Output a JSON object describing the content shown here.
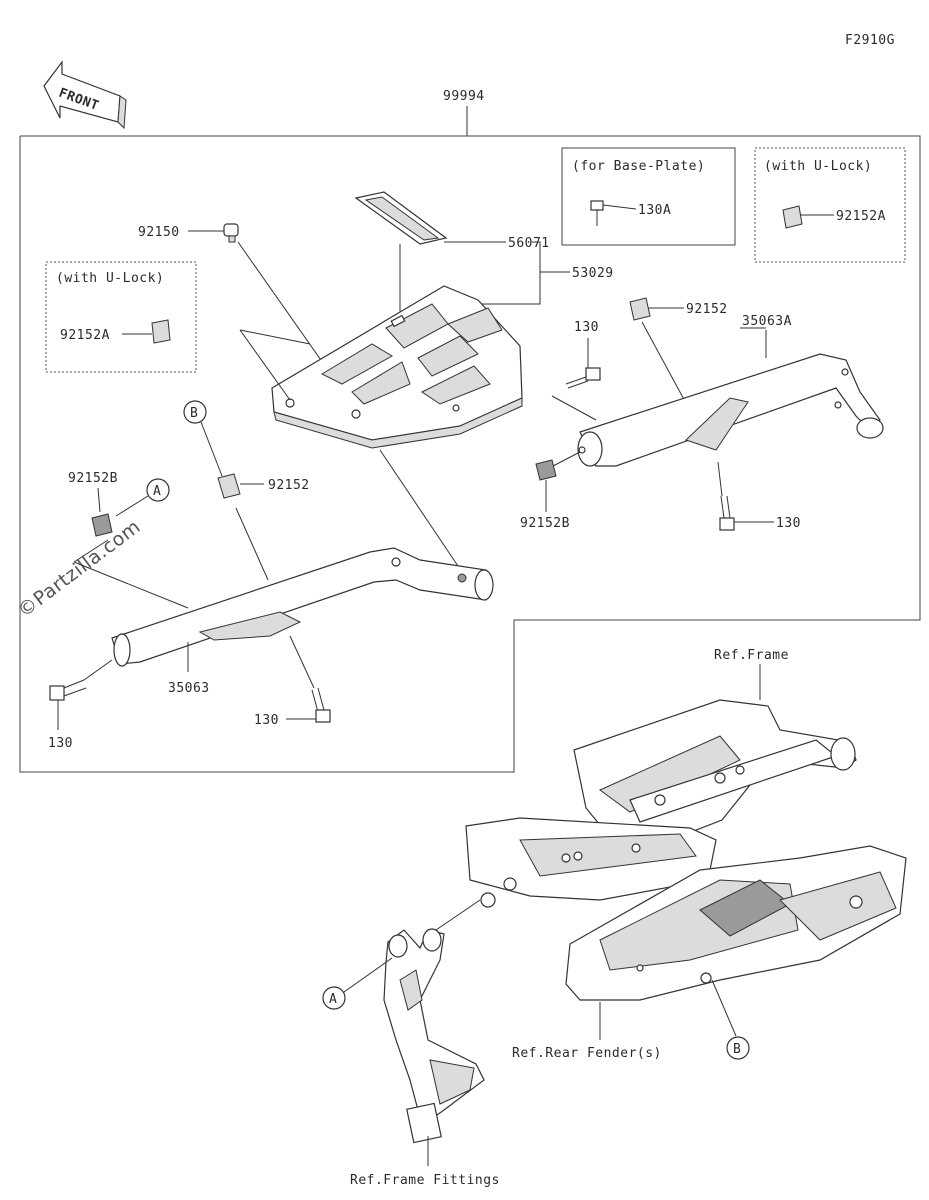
{
  "diagram_id": "F2910G",
  "front_label": "FRONT",
  "watermark": "©Partzilla.com",
  "assembly_number": "99994",
  "callouts": {
    "p92150": "92150",
    "p56071": "56071",
    "p53029": "53029",
    "p92152_top": "92152",
    "p35063A": "35063A",
    "p130_a": "130",
    "p130_b": "130",
    "p130_c": "130",
    "p130_d": "130",
    "p92152B_left": "92152B",
    "p92152B_right": "92152B",
    "p92152_mid": "92152",
    "p35063": "35063",
    "p92152A_left": "92152A",
    "p130A": "130A",
    "p92152A_right": "92152A"
  },
  "notes": {
    "base_plate": "(for Base-Plate)",
    "u_lock_left": "(with U-Lock)",
    "u_lock_right": "(with U-Lock)"
  },
  "refs": {
    "frame": "Ref.Frame",
    "rear_fender": "Ref.Rear Fender(s)",
    "frame_fittings": "Ref.Frame Fittings"
  },
  "markers": {
    "a_upper": "A",
    "a_lower": "A",
    "b_upper": "B",
    "b_lower": "B"
  }
}
